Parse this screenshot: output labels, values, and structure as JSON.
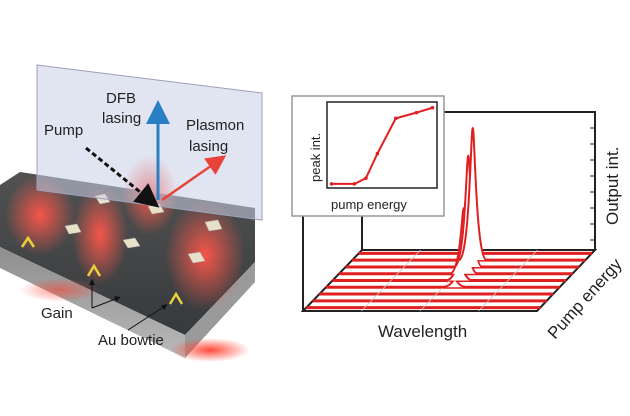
{
  "left_panel": {
    "labels": {
      "dfb_line1": "DFB",
      "dfb_line2": "lasing",
      "pump": "Pump",
      "plasmon_line1": "Plasmon",
      "plasmon_line2": "lasing",
      "gain": "Gain",
      "au_bowtie": "Au bowtie"
    },
    "colors": {
      "dfb_arrow": "#2a7fc4",
      "plasmon_arrow": "#e8433a",
      "plane": "#c9cfe6",
      "glow": "#ff3b30"
    }
  },
  "chart_data": [
    {
      "type": "line",
      "title": "",
      "xlabel": "pump energy",
      "ylabel": "peak int.",
      "x": [
        0,
        1,
        1.5,
        2,
        2.8,
        3.7,
        4.4
      ],
      "y": [
        0.05,
        0.05,
        0.12,
        0.42,
        0.85,
        0.92,
        0.98
      ],
      "xlim": [
        -0.2,
        4.6
      ],
      "ylim": [
        0,
        1.05
      ],
      "color": "#e02020"
    },
    {
      "type": "line",
      "title": "",
      "xlabel": "Wavelength",
      "ylabel": "Output int.",
      "zlabel": "Pump energy",
      "num_spectra": 9,
      "peaks": [
        {
          "spectrum": 3,
          "height": 0.05
        },
        {
          "spectrum": 4,
          "height": 0.15
        },
        {
          "spectrum": 5,
          "height": 0.45
        },
        {
          "spectrum": 6,
          "height": 0.8
        },
        {
          "spectrum": 7,
          "height": 1.0
        }
      ],
      "color": "#e02020"
    }
  ]
}
